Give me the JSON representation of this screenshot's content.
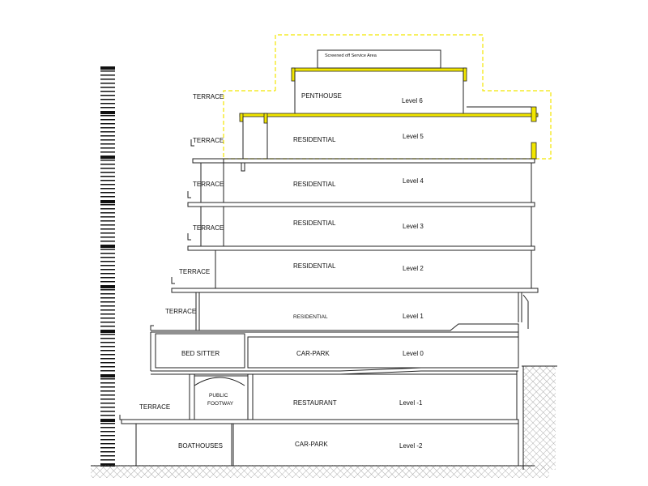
{
  "drawing": {
    "annotation": "Screened off Service Area",
    "colors": {
      "line": "#222222",
      "highlight": "#f2e600",
      "ground_hatch": "#888888",
      "paper": "#ffffff"
    },
    "terraces": [
      "TERRACE",
      "TERRACE",
      "TERRACE",
      "TERRACE",
      "TERRACE",
      "TERRACE",
      "TERRACE"
    ],
    "spaces": {
      "penthouse": "PENTHOUSE",
      "res5": "RESIDENTIAL",
      "res4": "RESIDENTIAL",
      "res3": "RESIDENTIAL",
      "res2": "RESIDENTIAL",
      "res1": "RESIDENTIAL",
      "bedsitter": "BED SITTER",
      "carpark0": "CAR-PARK",
      "public_line1": "PUBLIC",
      "public_line2": "FOOTWAY",
      "restaurant": "RESTAURANT",
      "boathouses": "BOATHOUSES",
      "carpark_m2": "CAR-PARK"
    },
    "levels": {
      "l6": "Level 6",
      "l5": "Level 5",
      "l4": "Level 4",
      "l3": "Level 3",
      "l2": "Level 2",
      "l1": "Level 1",
      "l0": "Level 0",
      "lm1": "Level -1",
      "lm2": "Level -2"
    }
  }
}
